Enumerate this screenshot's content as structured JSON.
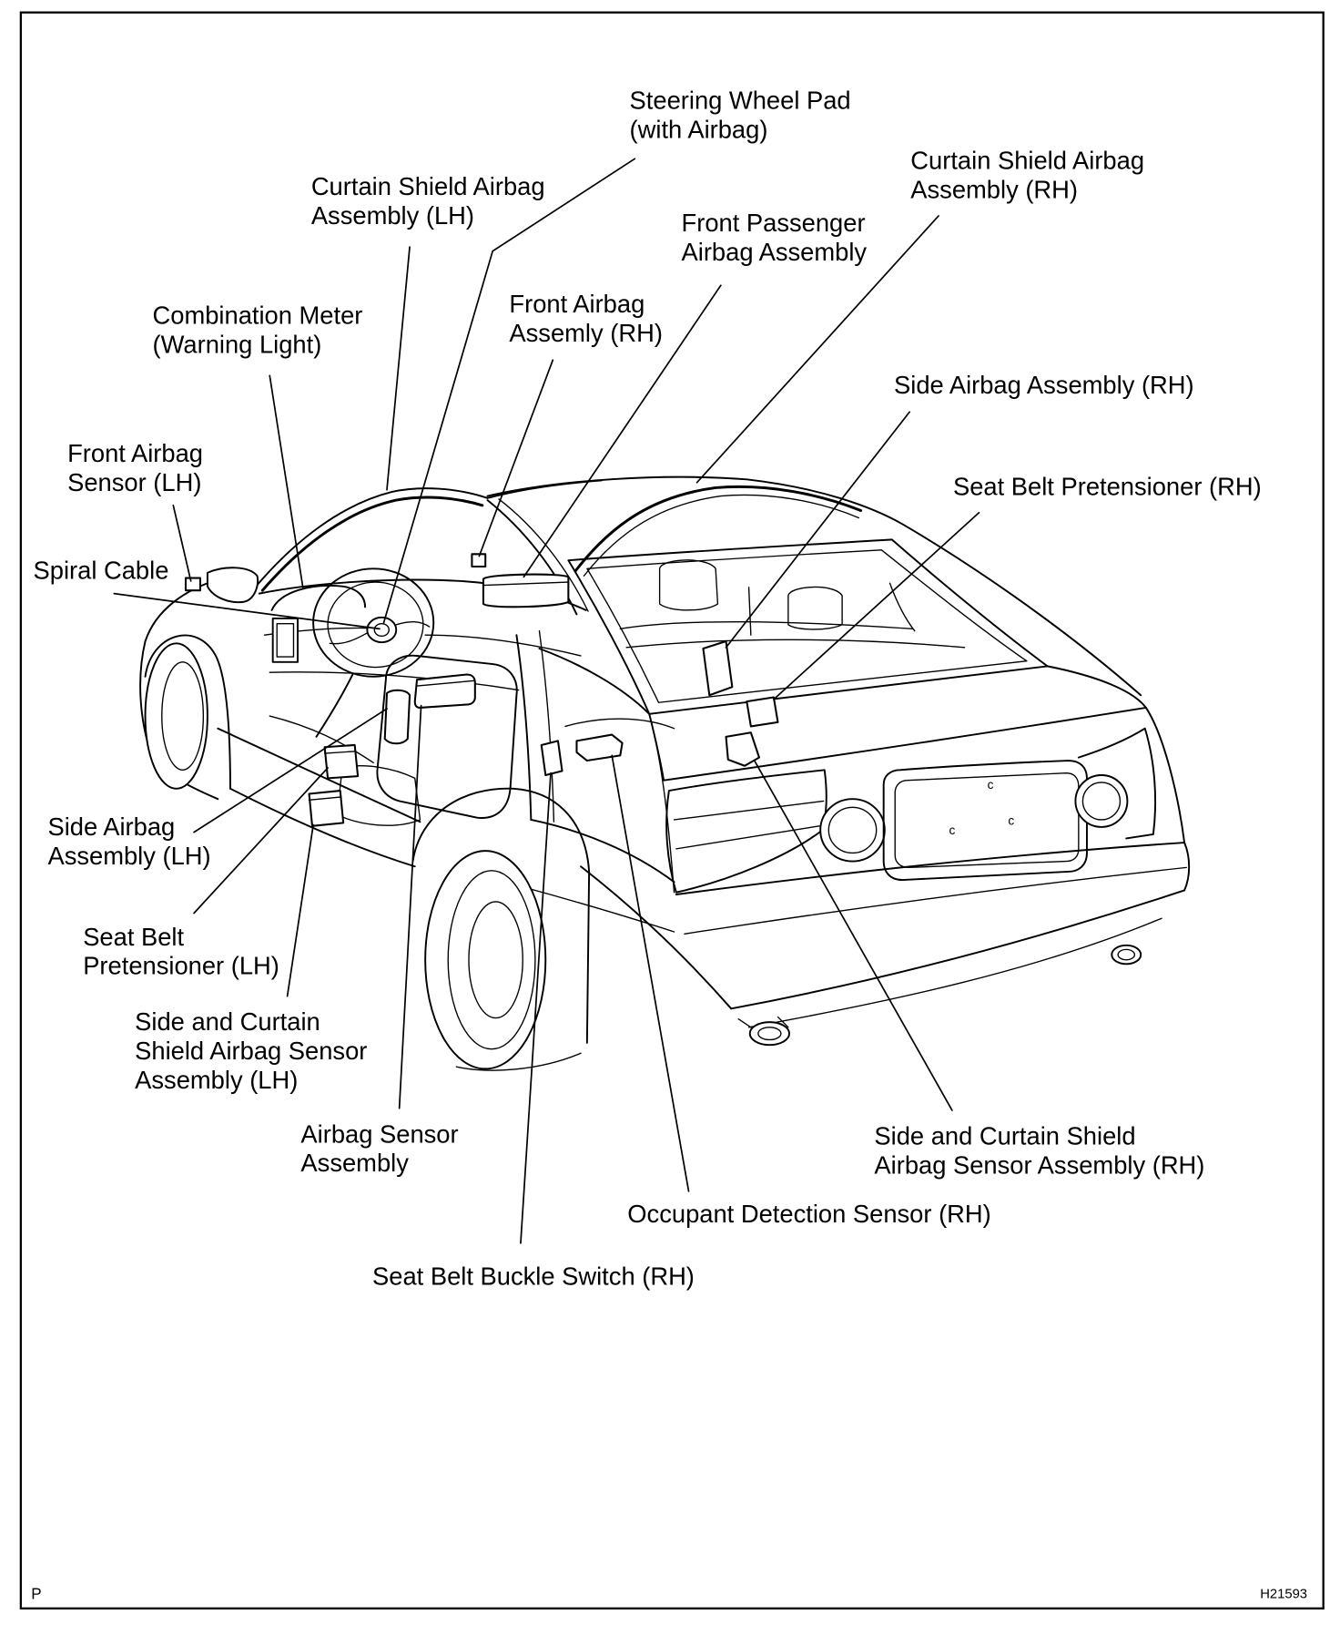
{
  "labels": {
    "steering_wheel_pad": [
      "Steering Wheel Pad",
      "(with Airbag)"
    ],
    "curtain_shield_airbag_lh": [
      "Curtain Shield Airbag",
      "Assembly (LH)"
    ],
    "curtain_shield_airbag_rh": [
      "Curtain Shield Airbag",
      "Assembly (RH)"
    ],
    "front_passenger_airbag": [
      "Front Passenger",
      "Airbag Assembly"
    ],
    "front_airbag_rh": [
      "Front Airbag",
      "Assemly (RH)"
    ],
    "combination_meter": [
      "Combination Meter",
      "(Warning Light)"
    ],
    "side_airbag_rh": [
      "Side Airbag Assembly (RH)"
    ],
    "front_airbag_sensor_lh": [
      "Front Airbag",
      "Sensor (LH)"
    ],
    "seat_belt_pretensioner_rh": [
      "Seat Belt Pretensioner (RH)"
    ],
    "spiral_cable": [
      "Spiral Cable"
    ],
    "side_airbag_lh": [
      "Side Airbag",
      "Assembly (LH)"
    ],
    "seat_belt_pretensioner_lh": [
      "Seat Belt",
      "Pretensioner (LH)"
    ],
    "side_curtain_sensor_lh": [
      "Side and Curtain",
      "Shield Airbag Sensor",
      "Assembly (LH)"
    ],
    "airbag_sensor_assembly": [
      "Airbag Sensor",
      "Assembly"
    ],
    "side_curtain_sensor_rh": [
      "Side and Curtain Shield",
      "Airbag Sensor Assembly (RH)"
    ],
    "occupant_detection_sensor_rh": [
      "Occupant Detection Sensor (RH)"
    ],
    "seat_belt_buckle_switch_rh": [
      "Seat Belt Buckle Switch (RH)"
    ]
  },
  "trunk_emblems": [
    "c",
    "c",
    "c"
  ],
  "page_mark": "P",
  "figure_code": "H21593",
  "colors": {
    "line": "#000000",
    "background": "#ffffff"
  }
}
